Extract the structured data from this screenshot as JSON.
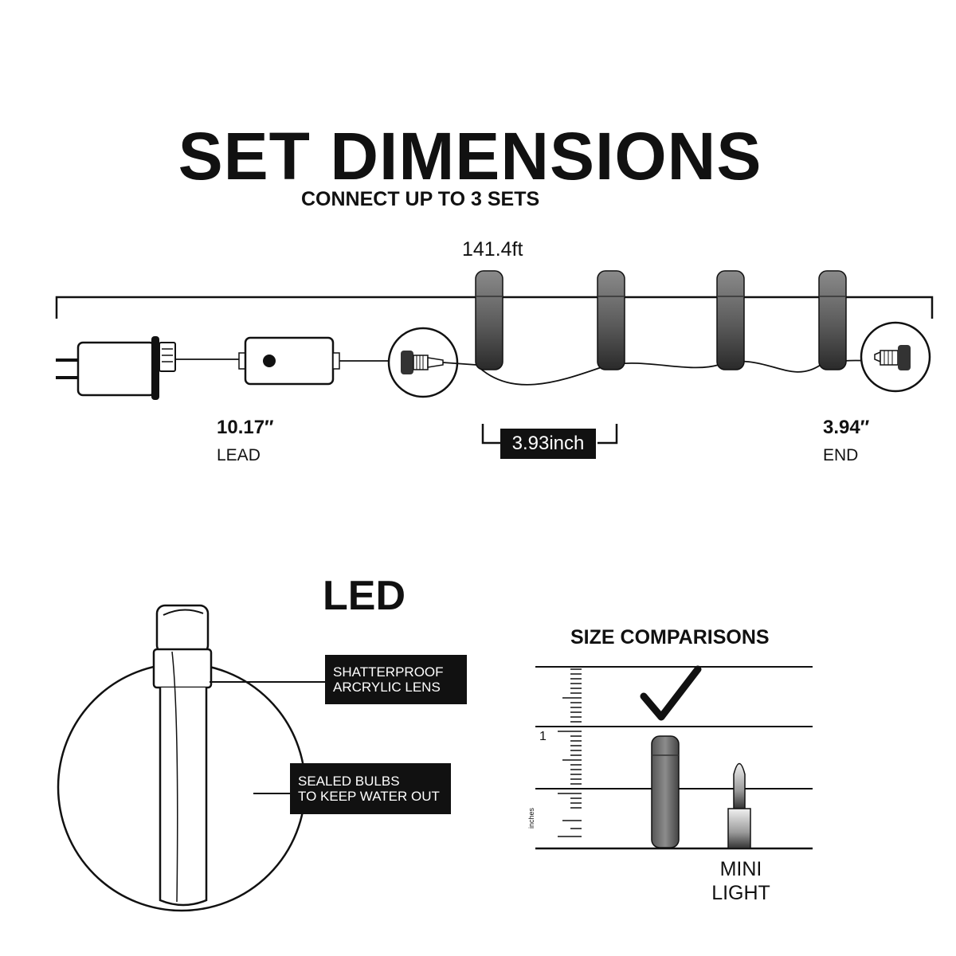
{
  "title": "SET DIMENSIONS",
  "subtitle": "CONNECT UP TO 3 SETS",
  "total_length": "141.4ft",
  "lead": {
    "value": "10.17″",
    "label": "LEAD"
  },
  "end": {
    "value": "3.94″",
    "label": "END"
  },
  "bulb_spacing": "3.93inch",
  "led_heading": "LED",
  "callouts": {
    "lens": [
      "SHATTERPROOF",
      "ARCRYLIC LENS"
    ],
    "sealed": [
      "SEALED BULBS",
      "TO KEEP WATER OUT"
    ]
  },
  "size_comparisons": {
    "heading": "SIZE COMPARISONS",
    "ruler_number": "1",
    "ruler_unit": "inches",
    "mini_label": [
      "MINI",
      "LIGHT"
    ],
    "check_icon": "check-mark-icon"
  },
  "colors": {
    "ink": "#111111",
    "background": "#ffffff"
  }
}
